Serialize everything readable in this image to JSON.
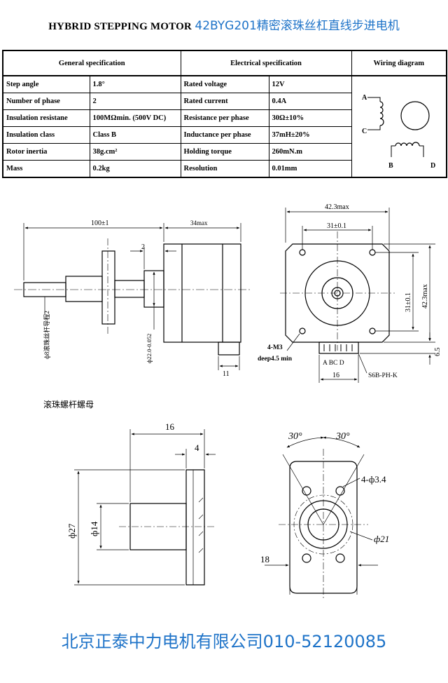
{
  "title": {
    "english": "HYBRID STEPPING MOTOR",
    "chinese": "42BYG201精密滚珠丝杠直线步进电机"
  },
  "spec_table": {
    "headers": [
      "General specification",
      "Electrical specification",
      "Wiring diagram"
    ],
    "rows": [
      {
        "g_label": "Step angle",
        "g_value": "1.8°",
        "e_label": "Rated voltage",
        "e_value": "12V"
      },
      {
        "g_label": "Number of phase",
        "g_value": "2",
        "e_label": "Rated current",
        "e_value": "0.4A"
      },
      {
        "g_label": "Insulation resistane",
        "g_value": "100MΩmin. (500V DC)",
        "e_label": "Resistance per phase",
        "e_value": "30Ω±10%"
      },
      {
        "g_label": "Insulation class",
        "g_value": "Class B",
        "e_label": "Inductance per phase",
        "e_value": "37mH±20%"
      },
      {
        "g_label": "Rotor inertia",
        "g_value": "38g.cm²",
        "e_label": "Holding torque",
        "e_value": "260mN.m"
      },
      {
        "g_label": "Mass",
        "g_value": "0.2kg",
        "e_label": "Resolution",
        "e_value": "0.01mm"
      }
    ],
    "wiring_labels": {
      "a": "A",
      "c": "C",
      "b": "B",
      "d": "D"
    }
  },
  "side_view": {
    "dim_shaft_length": "100±1",
    "dim_body_length": "34max",
    "dim_flange": "2",
    "dim_boss_dia": "ф22.0-0.052",
    "dim_connector": "11",
    "screw_label": "ф8滚珠丝杆导程2"
  },
  "front_view": {
    "dim_width": "42.3max",
    "dim_hole_spacing": "31±0.1",
    "dim_hole_spacing_v": "31±0.1",
    "dim_height": "42.3max",
    "dim_connector_offset": "6.5",
    "thread_label": "4-M3",
    "depth_label": "deep4.5 min",
    "pin_label": "A BC D",
    "dim_connector_width": "16",
    "connector_type": "S6B-PH-K"
  },
  "nut_section_title": "滚珠螺杆螺母",
  "nut_side_view": {
    "dim_length": "16",
    "dim_flange": "4",
    "dim_flange_dia": "ф27",
    "dim_body_dia": "ф14"
  },
  "nut_front_view": {
    "angle_left": "30°",
    "angle_right": "30°",
    "holes_label": "4-ф3.4",
    "pcd_label": "ф21",
    "dim_width": "18"
  },
  "footer": "北京正泰中力电机有限公司010-52120085"
}
